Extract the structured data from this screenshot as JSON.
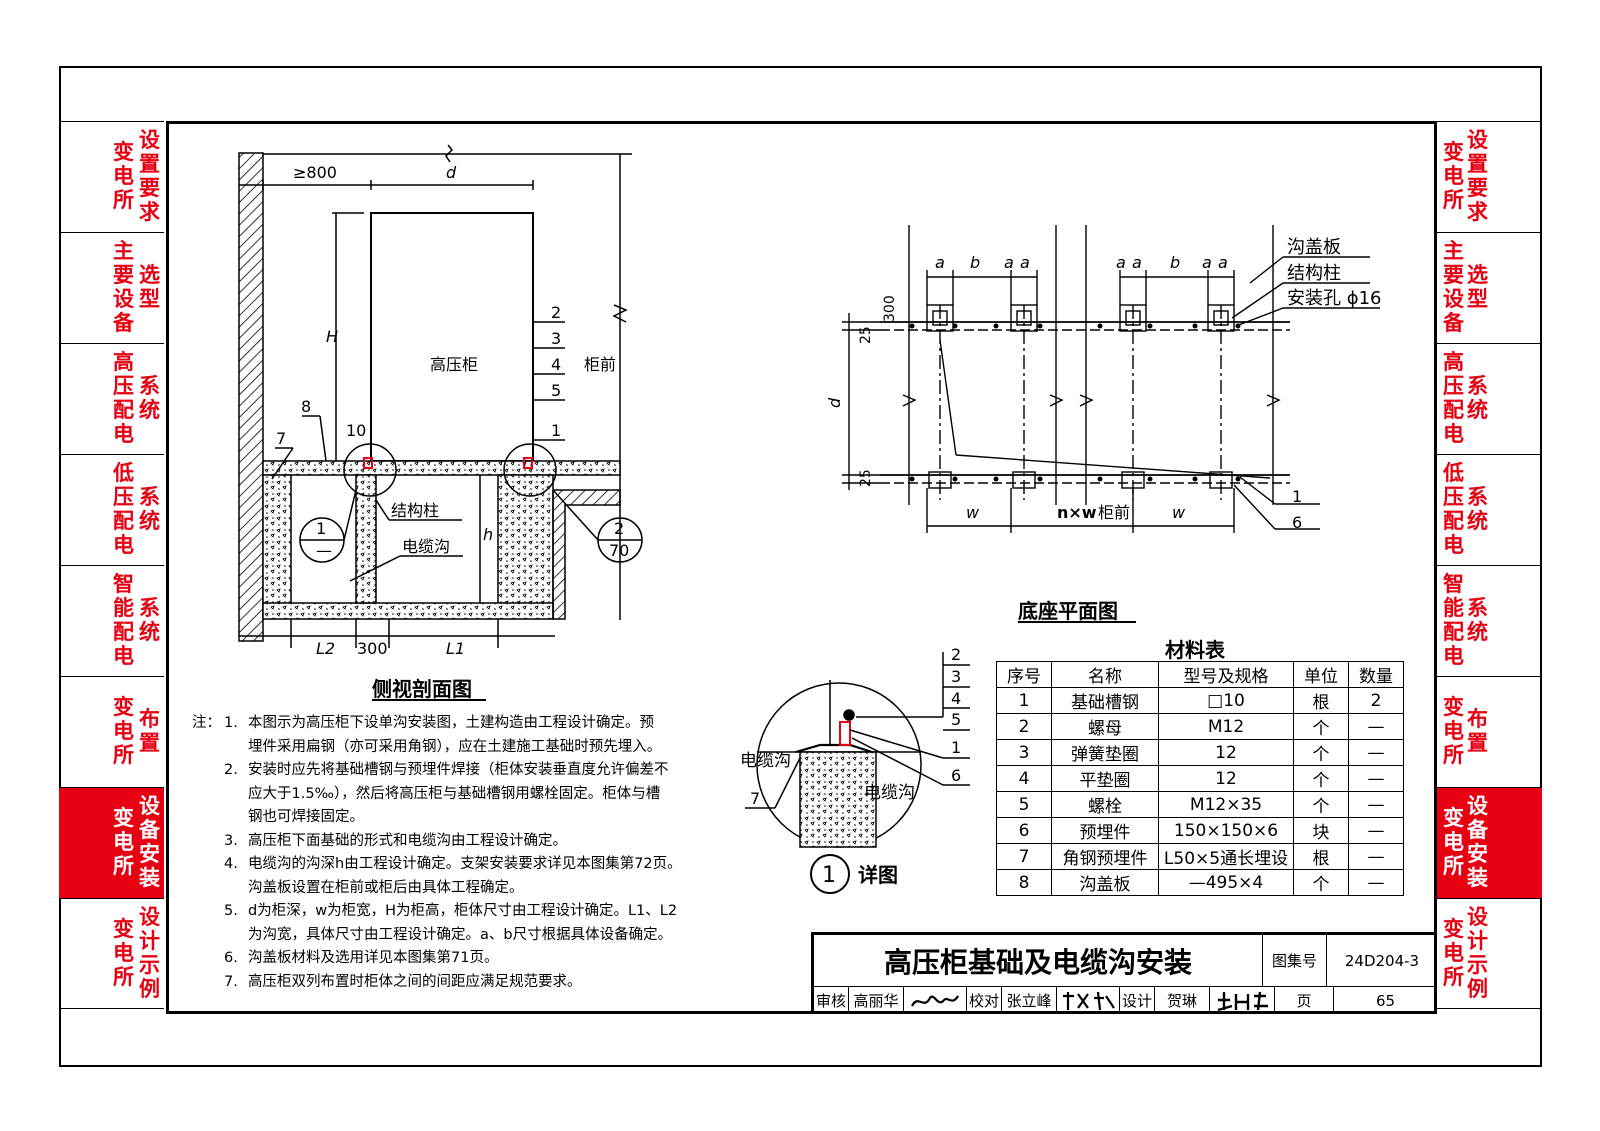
{
  "left_tabs": [
    {
      "col1": [
        "变",
        "电",
        "所"
      ],
      "col2": [
        "设",
        "置",
        "要",
        "求"
      ],
      "active": false
    },
    {
      "col1": [
        "主",
        "要",
        "设",
        "备"
      ],
      "col2": [
        "",
        "",
        "选",
        "型"
      ],
      "active": false
    },
    {
      "col1": [
        "高",
        "压",
        "配",
        "电"
      ],
      "col2": [
        "",
        "系",
        "统"
      ],
      "active": false
    },
    {
      "col1": [
        "低",
        "压",
        "配",
        "电"
      ],
      "col2": [
        "",
        "系",
        "统"
      ],
      "active": false
    },
    {
      "col1": [
        "智",
        "能",
        "配",
        "电"
      ],
      "col2": [
        "",
        "系",
        "统"
      ],
      "active": false
    },
    {
      "col1": [
        "变",
        "电",
        "所"
      ],
      "col2": [
        "布",
        "置"
      ],
      "active": false
    },
    {
      "col1": [
        "变",
        "电",
        "所"
      ],
      "col2": [
        "设",
        "备",
        "安",
        "装"
      ],
      "active": true
    },
    {
      "col1": [
        "变",
        "电",
        "所"
      ],
      "col2": [
        "设",
        "计",
        "示",
        "例"
      ],
      "active": false
    }
  ],
  "side_view": {
    "dim_800": "≥800",
    "dim_d": "d",
    "dim_H": "H",
    "dim_h": "h",
    "dim_10": "10",
    "cabinet_label": "高压柜",
    "front_label": "柜前",
    "callouts_right": [
      "2",
      "3",
      "4",
      "5",
      "1"
    ],
    "callout_8": "8",
    "callout_7": "7",
    "struct_column": "结构柱",
    "cable_trench": "电缆沟",
    "detail_ref_1_top": "1",
    "detail_ref_1_bottom": "—",
    "detail_ref_2_top": "2",
    "detail_ref_2_bottom": "70",
    "dim_L2": "L2",
    "dim_300": "300",
    "dim_L1": "L1",
    "title": "侧视剖面图"
  },
  "plan_view": {
    "a": "a",
    "b": "b",
    "dim_300": "300",
    "dim_25_top": "25",
    "dim_d": "d",
    "dim_25_bottom": "25",
    "legend_cover": "沟盖板",
    "legend_column": "结构柱",
    "legend_hole": "安装孔 ϕ16",
    "dim_w": "w",
    "dim_nw": "n×w",
    "front_label": "柜前",
    "callout_1": "1",
    "callout_6": "6",
    "title": "底座平面图"
  },
  "detail": {
    "callouts": [
      "2",
      "3",
      "4",
      "5",
      "1",
      "6"
    ],
    "left_trench": "电缆沟",
    "right_trench": "电缆沟",
    "callout_7": "7",
    "number": "1",
    "title": "详图"
  },
  "notes": {
    "lead": "注：",
    "items": [
      {
        "n": "1.",
        "lines": [
          "本图示为高压柜下设单沟安装图，土建构造由工程设计确定。预",
          "埋件采用扁钢（亦可采用角钢），应在土建施工基础时预先埋入。"
        ]
      },
      {
        "n": "2.",
        "lines": [
          "安装时应先将基础槽钢与预埋件焊接（柜体安装垂直度允许偏差不",
          "应大于1.5‰），然后将高压柜与基础槽钢用螺栓固定。柜体与槽",
          "钢也可焊接固定。"
        ]
      },
      {
        "n": "3.",
        "lines": [
          "高压柜下面基础的形式和电缆沟由工程设计确定。"
        ]
      },
      {
        "n": "4.",
        "lines": [
          "电缆沟的沟深h由工程设计确定。支架安装要求详见本图集第72页。",
          "沟盖板设置在柜前或柜后由具体工程确定。"
        ]
      },
      {
        "n": "5.",
        "lines": [
          "d为柜深，w为柜宽，H为柜高，柜体尺寸由工程设计确定。L1、L2",
          "为沟宽，具体尺寸由工程设计确定。a、b尺寸根据具体设备确定。"
        ]
      },
      {
        "n": "6.",
        "lines": [
          "沟盖板材料及选用详见本图集第71页。"
        ]
      },
      {
        "n": "7.",
        "lines": [
          "高压柜双列布置时柜体之间的间距应满足规范要求。"
        ]
      }
    ]
  },
  "material_table": {
    "title": "材料表",
    "headers": [
      "序号",
      "名称",
      "型号及规格",
      "单位",
      "数量"
    ],
    "rows": [
      [
        "1",
        "基础槽钢",
        "□10",
        "根",
        "2"
      ],
      [
        "2",
        "螺母",
        "M12",
        "个",
        "—"
      ],
      [
        "3",
        "弹簧垫圈",
        "12",
        "个",
        "—"
      ],
      [
        "4",
        "平垫圈",
        "12",
        "个",
        "—"
      ],
      [
        "5",
        "螺栓",
        "M12×35",
        "个",
        "—"
      ],
      [
        "6",
        "预埋件",
        "150×150×6",
        "块",
        "—"
      ],
      [
        "7",
        "角钢预埋件",
        "L50×5通长埋设",
        "根",
        "—"
      ],
      [
        "8",
        "沟盖板",
        "—495×4",
        "个",
        "—"
      ]
    ]
  },
  "title_block": {
    "title": "高压柜基础及电缆沟安装",
    "atlas_label": "图集号",
    "atlas_no": "24D204-3",
    "review_label": "审核",
    "reviewer": "高丽华",
    "check_label": "校对",
    "checker": "张立峰",
    "design_label": "设计",
    "designer": "贺琳",
    "page_label": "页",
    "page_no": "65"
  }
}
